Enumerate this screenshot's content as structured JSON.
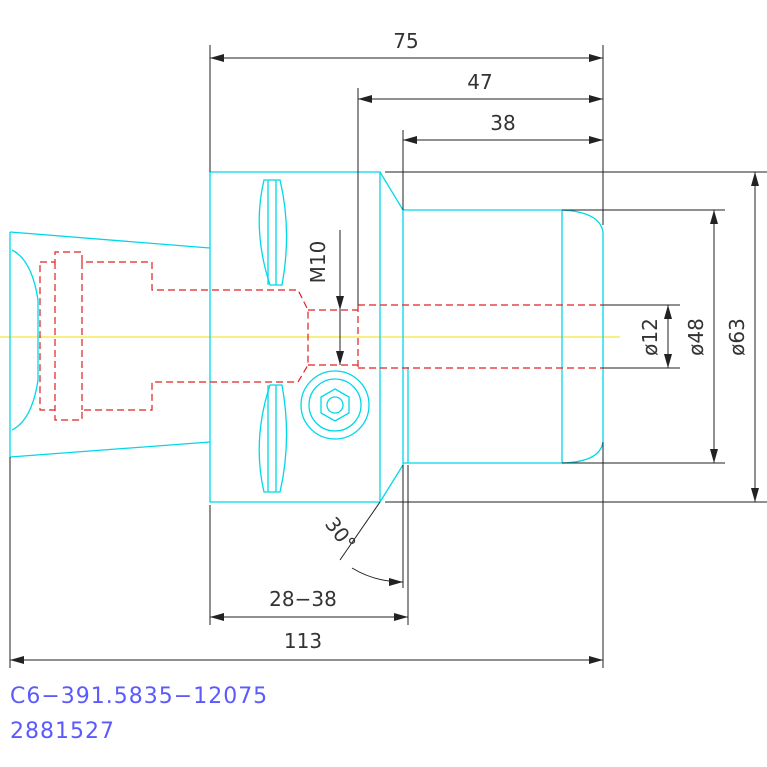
{
  "dimensions": {
    "d75": "75",
    "d47": "47",
    "d38": "38",
    "d28_38": "28−38",
    "d113": "113",
    "m10": "M10",
    "angle30": "30°",
    "dia12": "ø12",
    "dia48": "ø48",
    "dia63": "ø63"
  },
  "part_label": {
    "line1": "C6−391.5835−12075",
    "line2": "2881527"
  },
  "colors": {
    "outline": "#00d8e8",
    "hidden": "#e02020",
    "dimension": "#222222",
    "centerline": "#f0e000",
    "label": "#5a5aff"
  }
}
